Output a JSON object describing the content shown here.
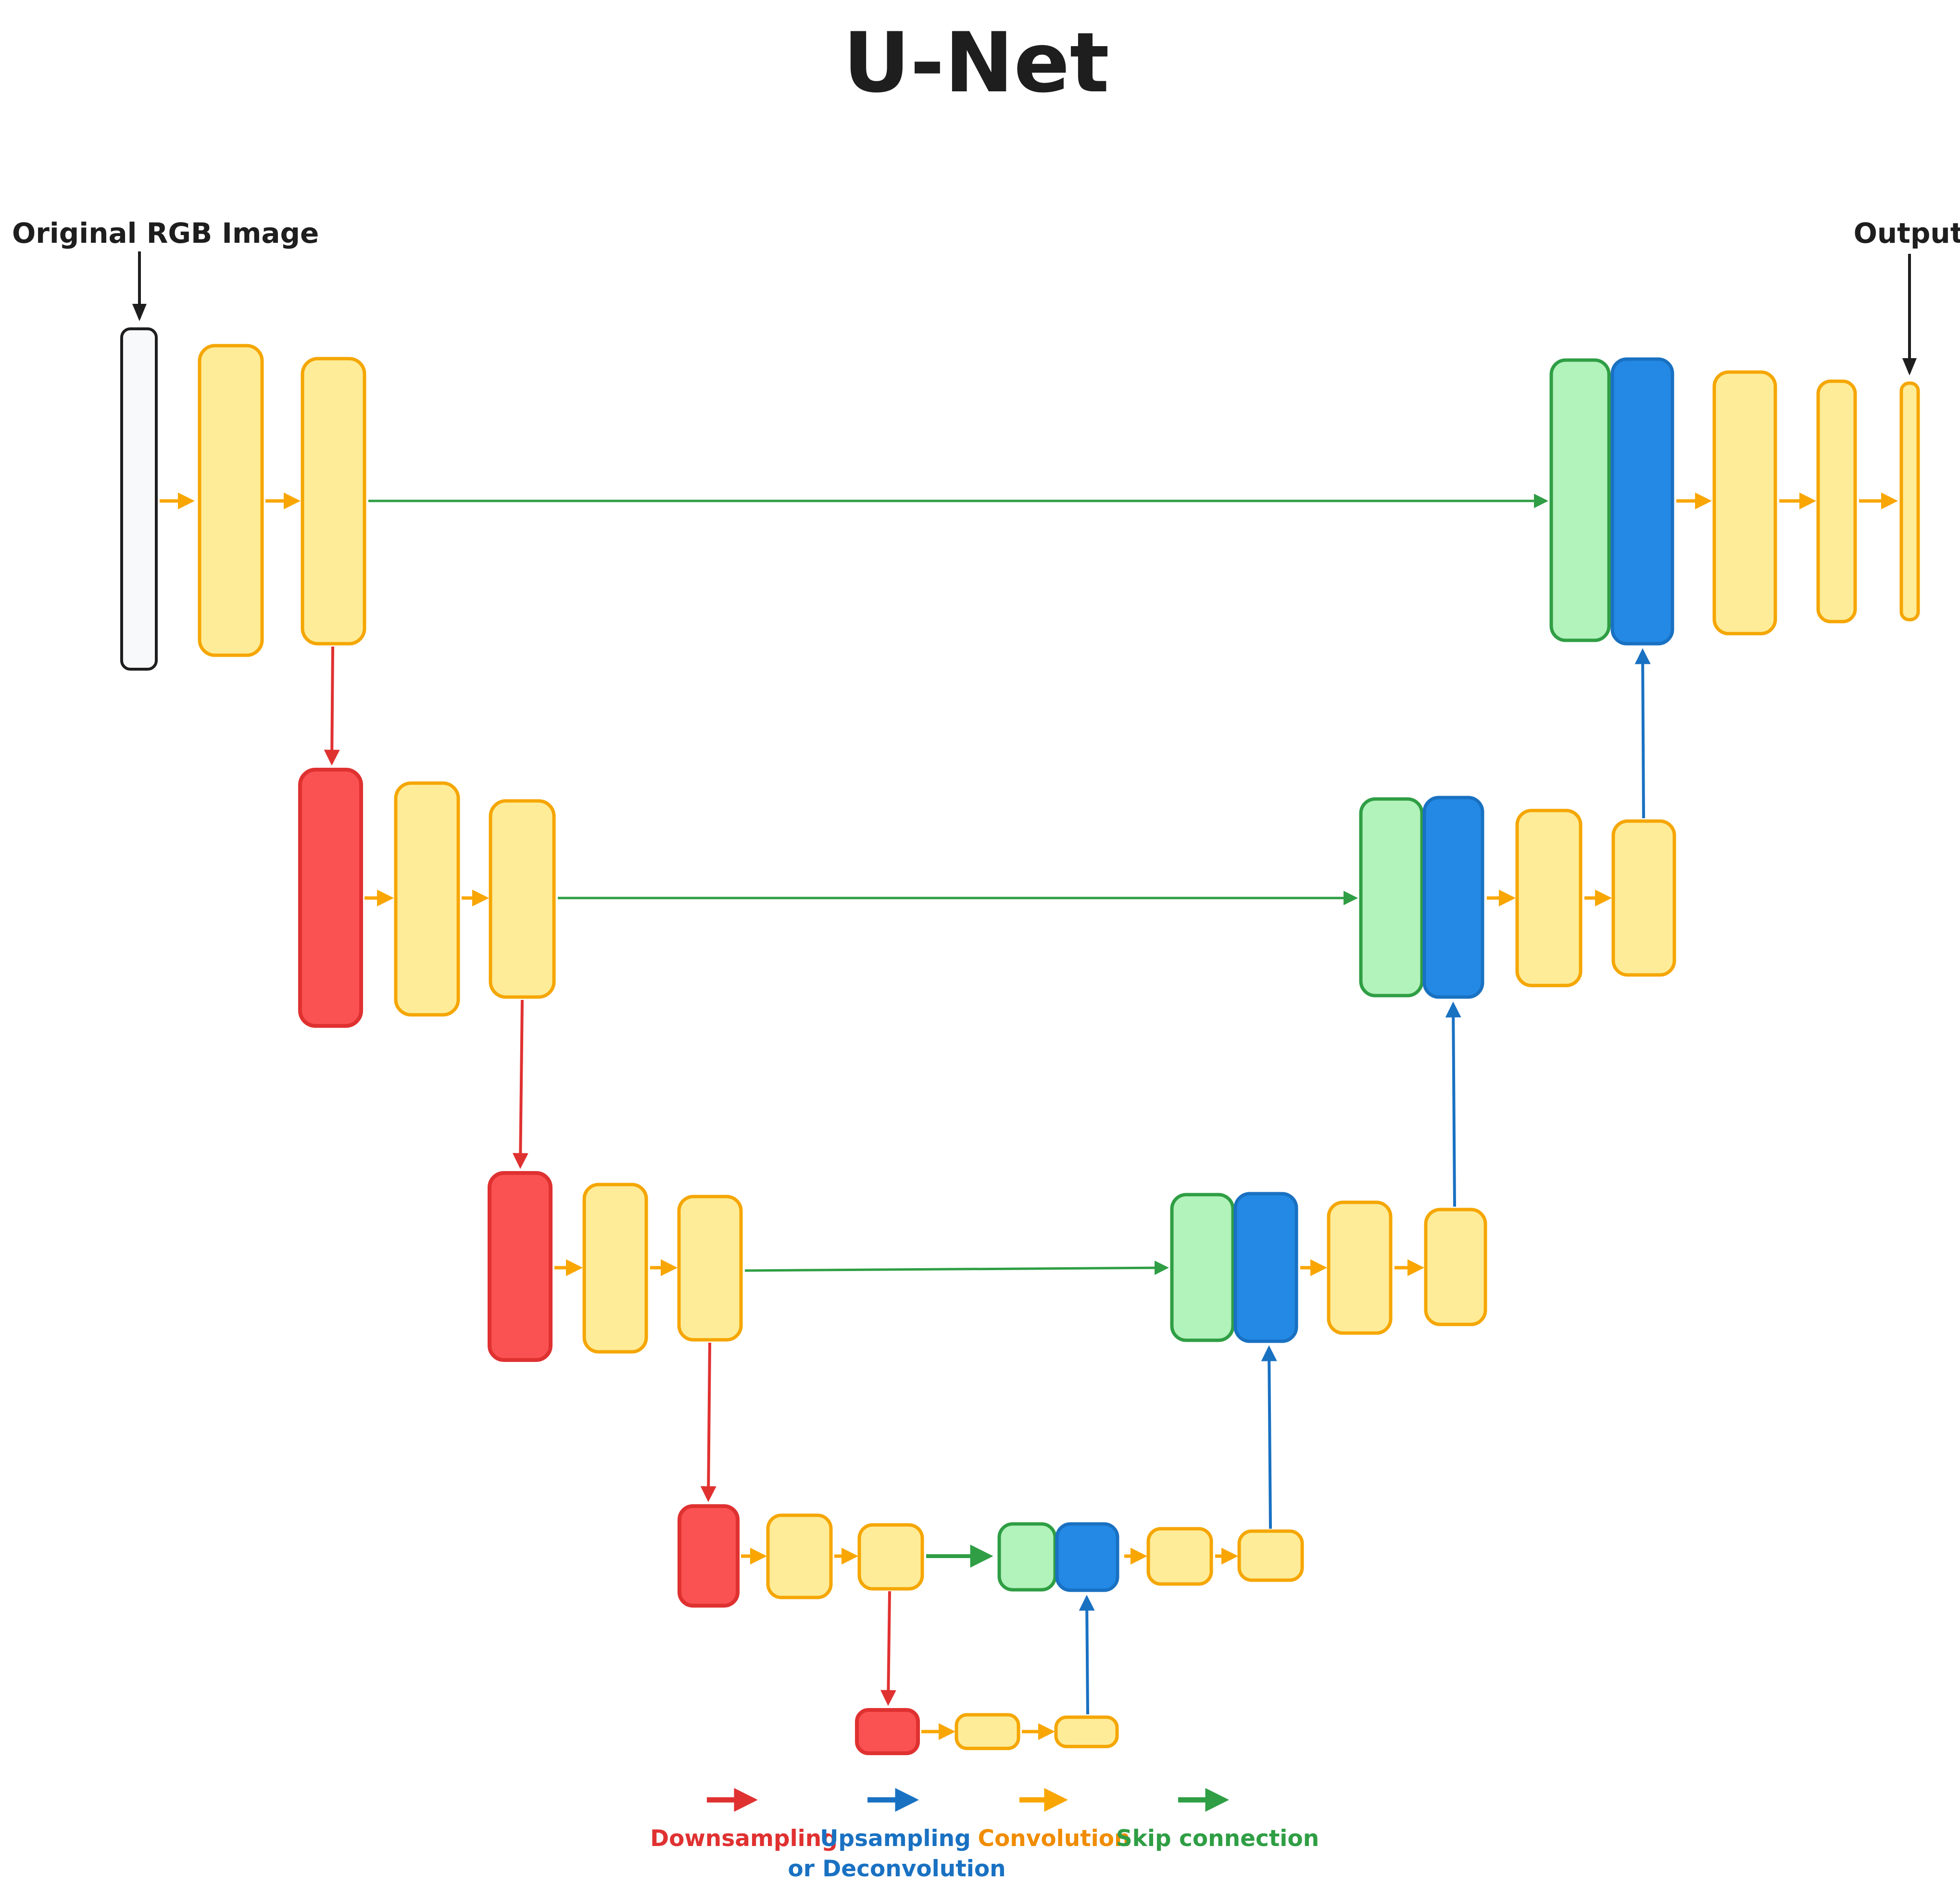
{
  "title": "U-Net",
  "labels": {
    "input": "Original RGB Image",
    "output": "Output"
  },
  "legend": {
    "items": [
      {
        "name": "downsampling",
        "label": "Downsampling",
        "color": "#e03131"
      },
      {
        "name": "upsampling-or-deconvolution",
        "label": "Upsampling",
        "sublabel": "or Deconvolution",
        "color": "#1971c2"
      },
      {
        "name": "convolution",
        "label": "Convolution",
        "color": "#f08c00"
      },
      {
        "name": "skip-connection",
        "label": "Skip connection",
        "color": "#2f9e44"
      }
    ]
  },
  "palette": {
    "background": "#ffffff",
    "ink": "#1e1e1e",
    "feature_map_fill": "#ffec99",
    "feature_map_stroke": "#f5a603",
    "downsample_fill": "#fa5252",
    "downsample_stroke": "#e03131",
    "skip_concat_fill": "#b2f2bb",
    "skip_concat_stroke": "#2f9e44",
    "upsample_fill": "#2389e5",
    "upsample_stroke": "#1971c2",
    "input_fill": "#f8f9fa",
    "arrow_convolution": "#f9a602",
    "arrow_downsampling": "#e03131",
    "arrow_upsampling": "#1971c2",
    "arrow_skip": "#2f9e44"
  },
  "rows": [
    {
      "level": 1,
      "blocks": [
        "white-input",
        "yellow",
        "yellow",
        "green",
        "blue",
        "yellow",
        "yellow",
        "yellow-thin-output"
      ]
    },
    {
      "level": 2,
      "blocks": [
        "red",
        "yellow",
        "yellow",
        "green",
        "blue",
        "yellow",
        "yellow"
      ]
    },
    {
      "level": 3,
      "blocks": [
        "red",
        "yellow",
        "yellow",
        "green",
        "blue",
        "yellow",
        "yellow"
      ]
    },
    {
      "level": 4,
      "blocks": [
        "red",
        "yellow",
        "yellow",
        "green",
        "blue",
        "yellow",
        "yellow"
      ]
    },
    {
      "level": 5,
      "blocks": [
        "red",
        "yellow",
        "yellow"
      ]
    }
  ]
}
